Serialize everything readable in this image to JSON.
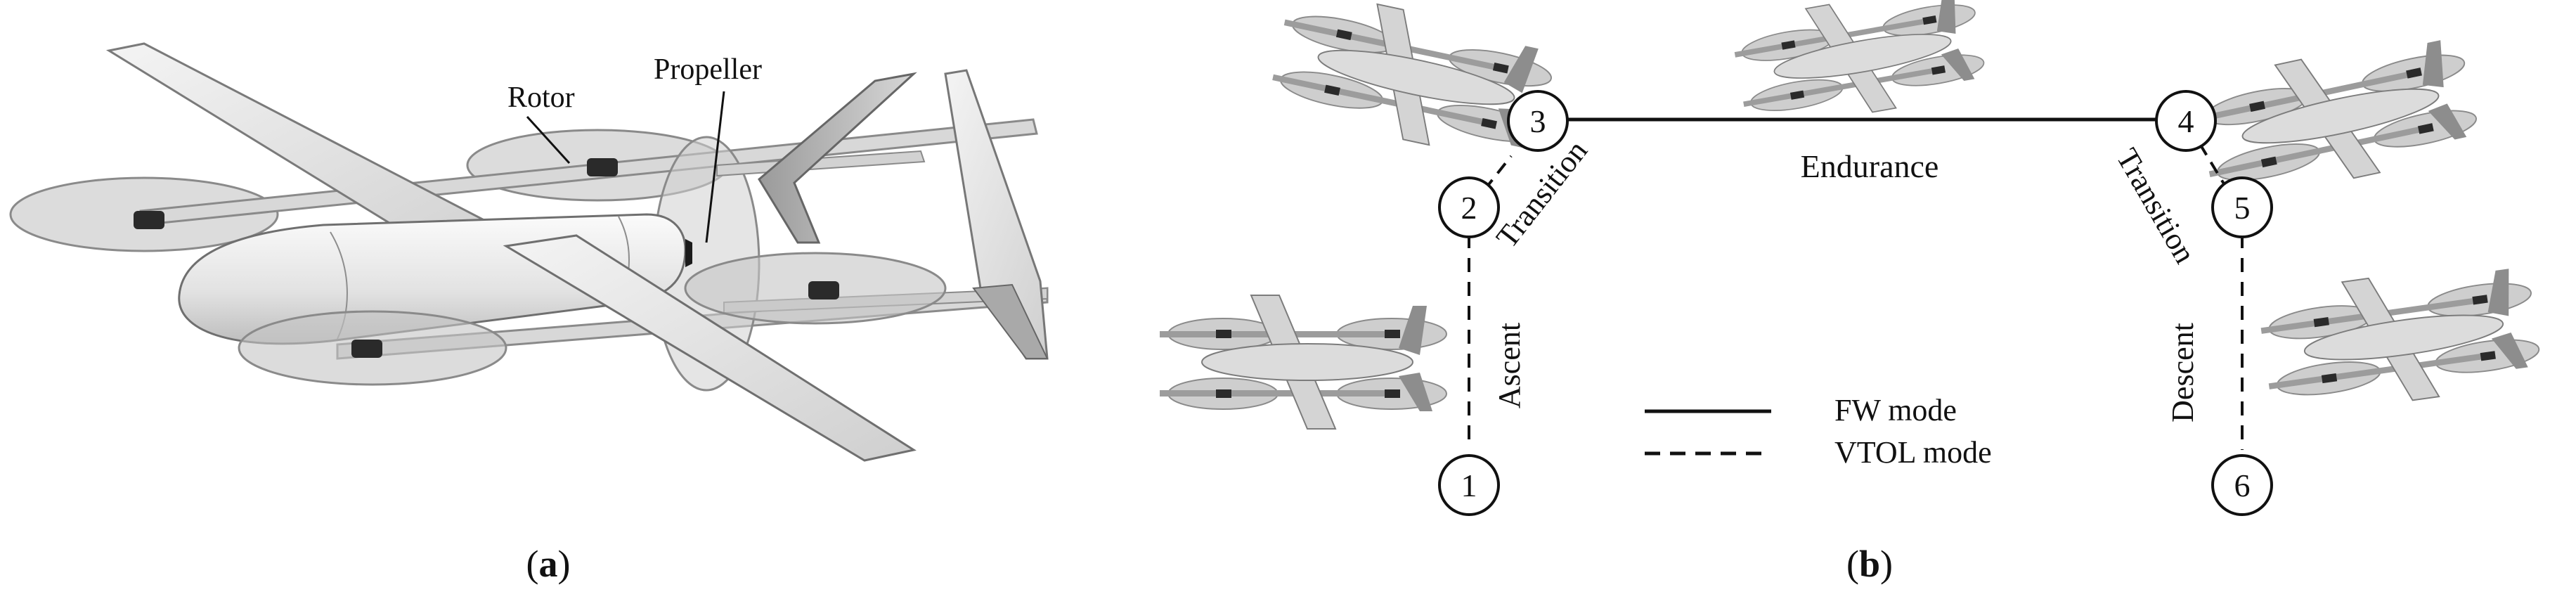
{
  "panel_a": {
    "caption_open": "(",
    "caption_letter": "a",
    "caption_close": ")",
    "label_rotor": "Rotor",
    "label_propeller": "Propeller"
  },
  "panel_b": {
    "caption_open": "(",
    "caption_letter": "b",
    "caption_close": ")",
    "nodes": [
      "1",
      "2",
      "3",
      "4",
      "5",
      "6"
    ],
    "label_ascent": "Ascent",
    "label_transition_left": "Transition",
    "label_endurance": "Endurance",
    "label_transition_right": "Transition",
    "label_descent": "Descent",
    "legend": [
      {
        "style": "solid",
        "text": "FW mode"
      },
      {
        "style": "dashed",
        "text": "VTOL mode"
      }
    ]
  },
  "colors": {
    "ink": "#111111",
    "airframe": "#e4e4e4",
    "airframe_shade": "#c8c8c8",
    "rotor_disc": "#b9b9b9",
    "motor": "#2a2a2a"
  }
}
